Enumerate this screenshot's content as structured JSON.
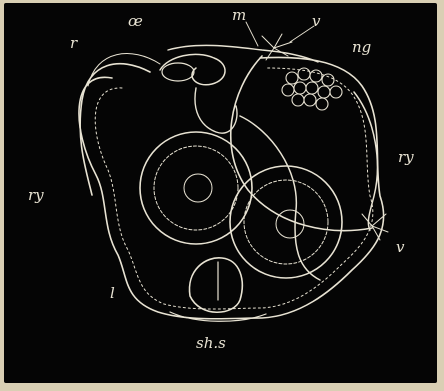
{
  "figure": {
    "background_color": "#050505",
    "paper_color": "#d9cfb4",
    "ink_color": "#e8e3d3",
    "labels": {
      "r_top": "r",
      "oe": "œ",
      "m": "m",
      "v_top": "v",
      "ng": "ng",
      "ry_right": "ry",
      "ry_left": "ry",
      "v_right": "v",
      "l": "l",
      "shs": "sh.s"
    }
  }
}
